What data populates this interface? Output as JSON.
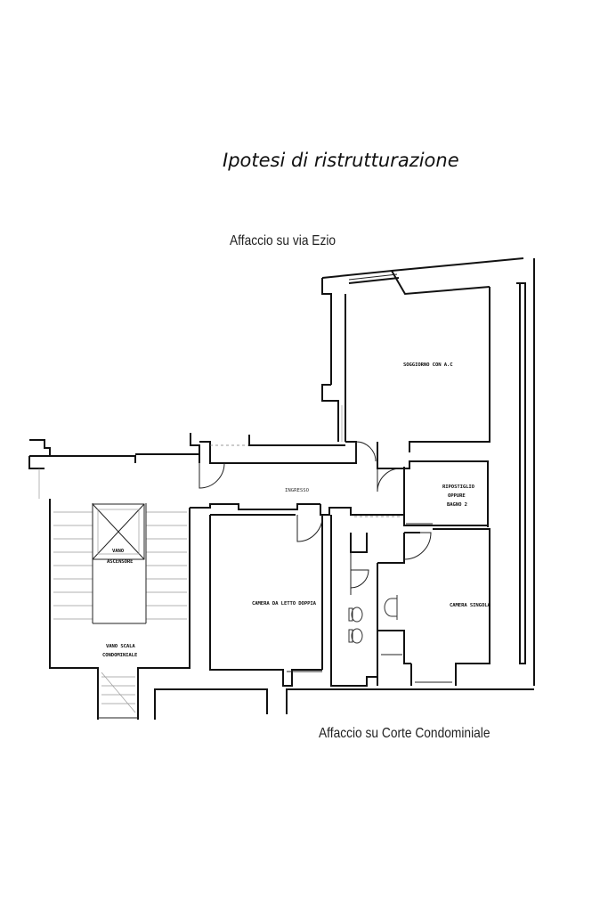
{
  "title": "Ipotesi di ristrutturazione",
  "captions": {
    "top": "Affaccio su via Ezio",
    "bottom": "Affaccio su Corte Condominiale"
  },
  "rooms": {
    "soggiorno": "SOGGIORNO CON A.C",
    "ingresso": "INGRESSO",
    "ripostiglio_1": "RIPOSTIGLIO",
    "ripostiglio_2": "OPPURE",
    "ripostiglio_3": "BAGNO 2",
    "camera_doppia": "CAMERA DA LETTO DOPPIA",
    "camera_singola": "CAMERA SINGOLA",
    "vano_ascensore_1": "VANO",
    "vano_ascensore_2": "ASCENSORE",
    "vano_scala_1": "VANO SCALA",
    "vano_scala_2": "CONDOMINIALE"
  }
}
